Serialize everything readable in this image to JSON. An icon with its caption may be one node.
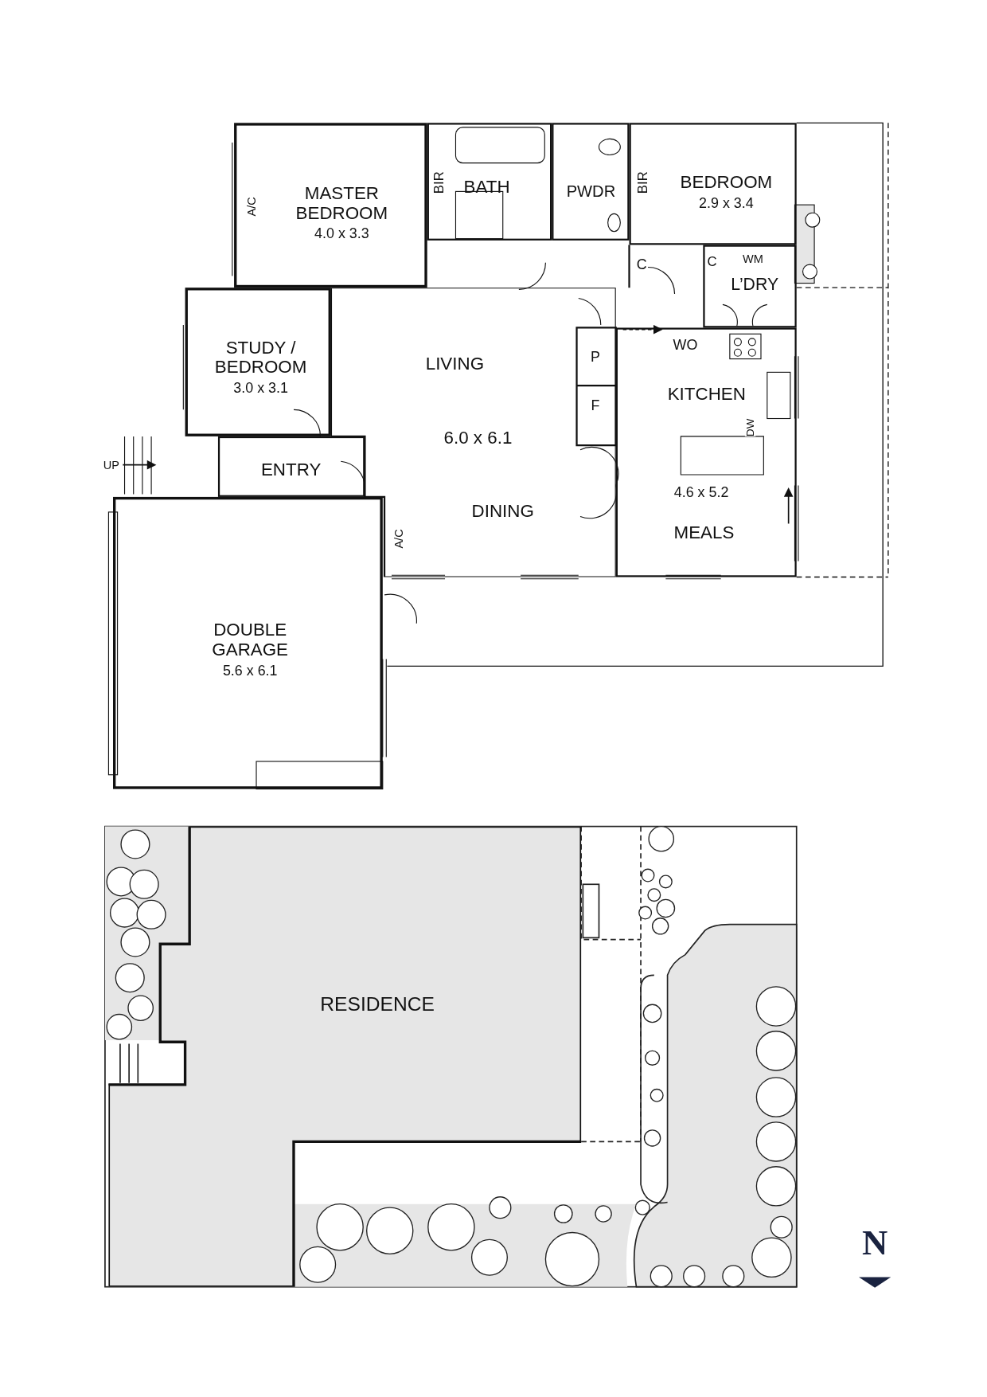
{
  "diagram": {
    "nodes": [
      {
        "text": [
          "MASTER BEDROOM",
          "4.0 x 3.3"
        ]
      },
      {
        "text": [
          "BATH"
        ]
      },
      {
        "text": [
          "PWDR"
        ]
      },
      {
        "text": [
          "BEDROOM",
          "2.9 x 3.4"
        ]
      },
      {
        "text": [
          "L’DRY"
        ]
      },
      {
        "text": [
          "STUDY / BEDROOM",
          "3.0 x 3.1"
        ]
      },
      {
        "text": [
          "LIVING",
          "6.0 x 6.1",
          "DINING"
        ]
      },
      {
        "text": [
          "KITCHEN",
          "4.6 x 5.2",
          "MEALS"
        ]
      },
      {
        "text": [
          "ENTRY"
        ]
      },
      {
        "text": [
          "DOUBLE GARAGE",
          "5.6 x 6.1"
        ]
      },
      {
        "text": [
          "RESIDENCE"
        ]
      }
    ],
    "edges": [],
    "labels": [
      "BIR",
      "A/C",
      "BIR",
      "C",
      "C",
      "WM",
      "WO",
      "P",
      "F",
      "DW",
      "UP",
      "A/C",
      "N"
    ]
  }
}
